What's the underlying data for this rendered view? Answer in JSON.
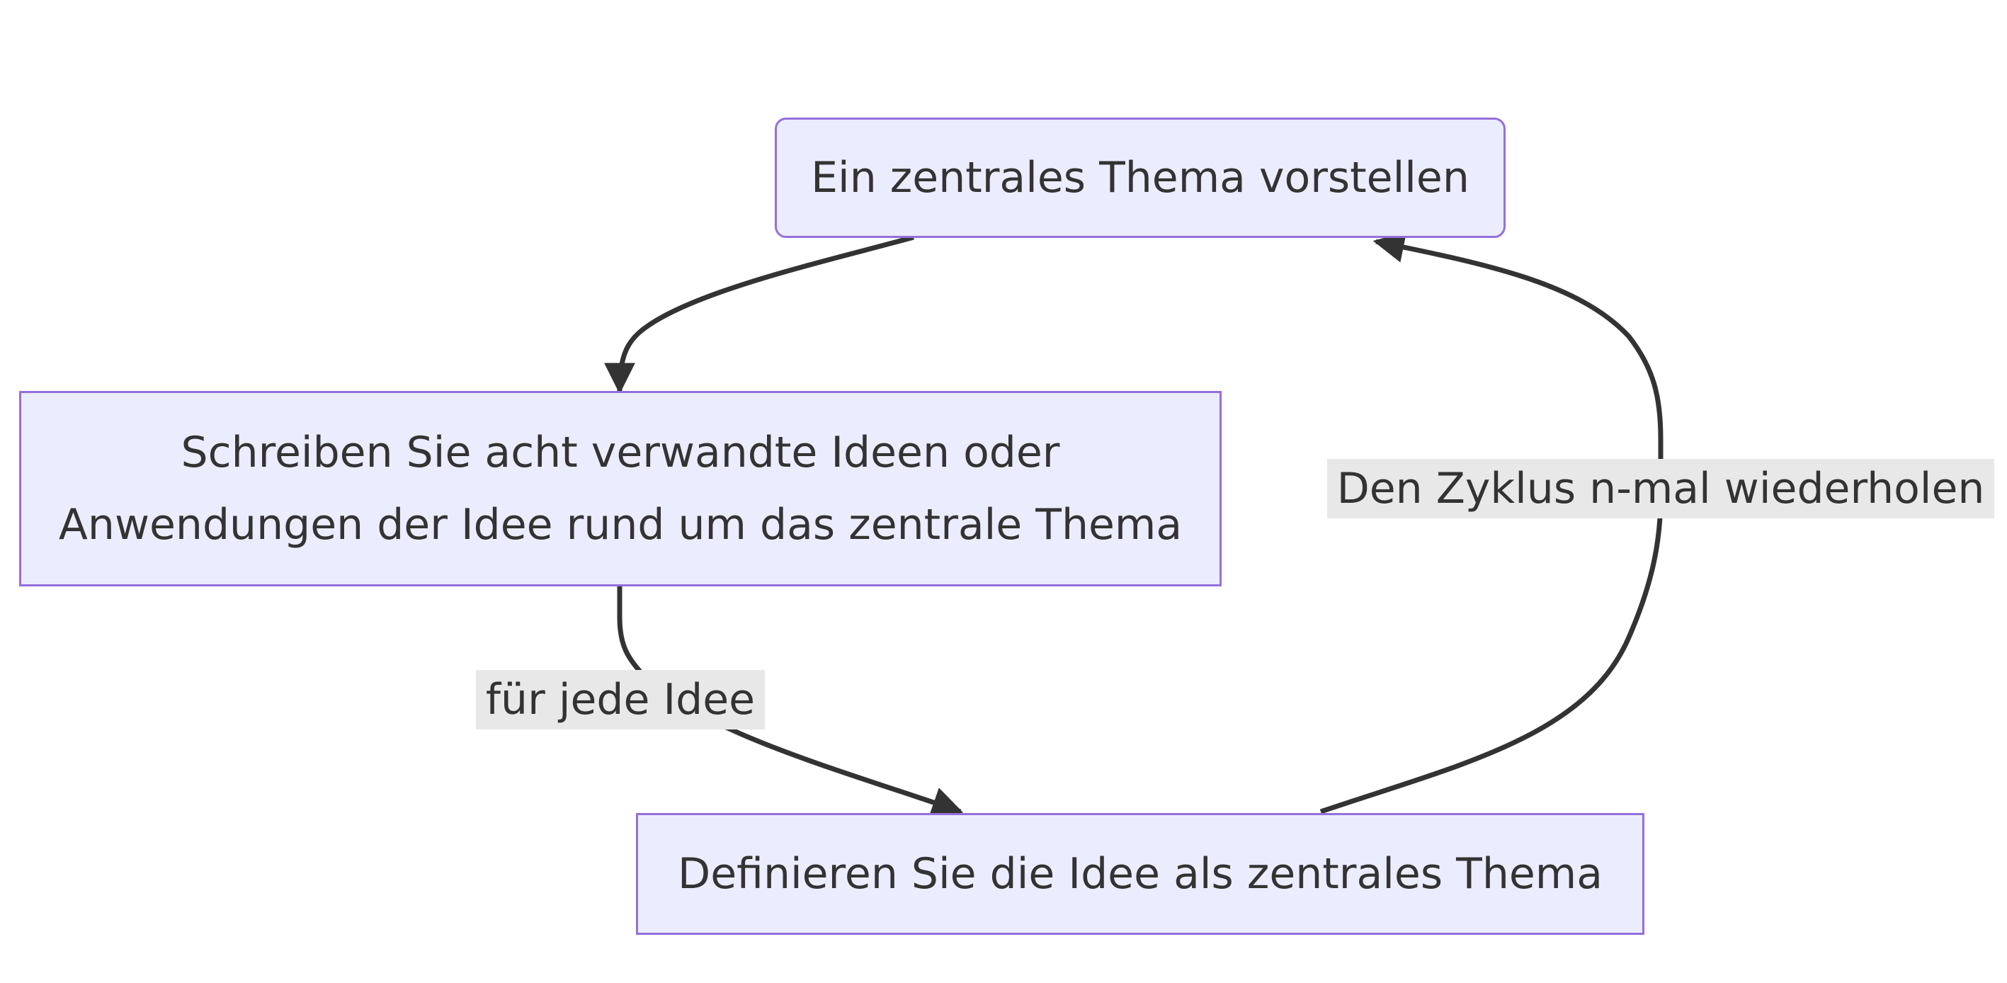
{
  "diagram": {
    "type": "flowchart",
    "nodes": [
      {
        "id": "intro",
        "label": "Ein zentrales Thema vorstellen",
        "shape": "rounded"
      },
      {
        "id": "write",
        "label_lines": [
          "Schreiben Sie acht verwandte Ideen oder",
          "Anwendungen der Idee rund um das zentrale Thema"
        ],
        "shape": "rect"
      },
      {
        "id": "define",
        "label": "Definieren Sie die Idee als zentrales Thema",
        "shape": "rect"
      }
    ],
    "edges": [
      {
        "from": "intro",
        "to": "write",
        "label": ""
      },
      {
        "from": "write",
        "to": "define",
        "label": "für jede Idee"
      },
      {
        "from": "define",
        "to": "intro",
        "label": "Den Zyklus n-mal wiederholen"
      }
    ]
  },
  "colors": {
    "node_fill": "#ececff",
    "node_border": "#9370db",
    "edge": "#333333",
    "edge_label_bg": "#e8e8e8",
    "text": "#333333"
  }
}
